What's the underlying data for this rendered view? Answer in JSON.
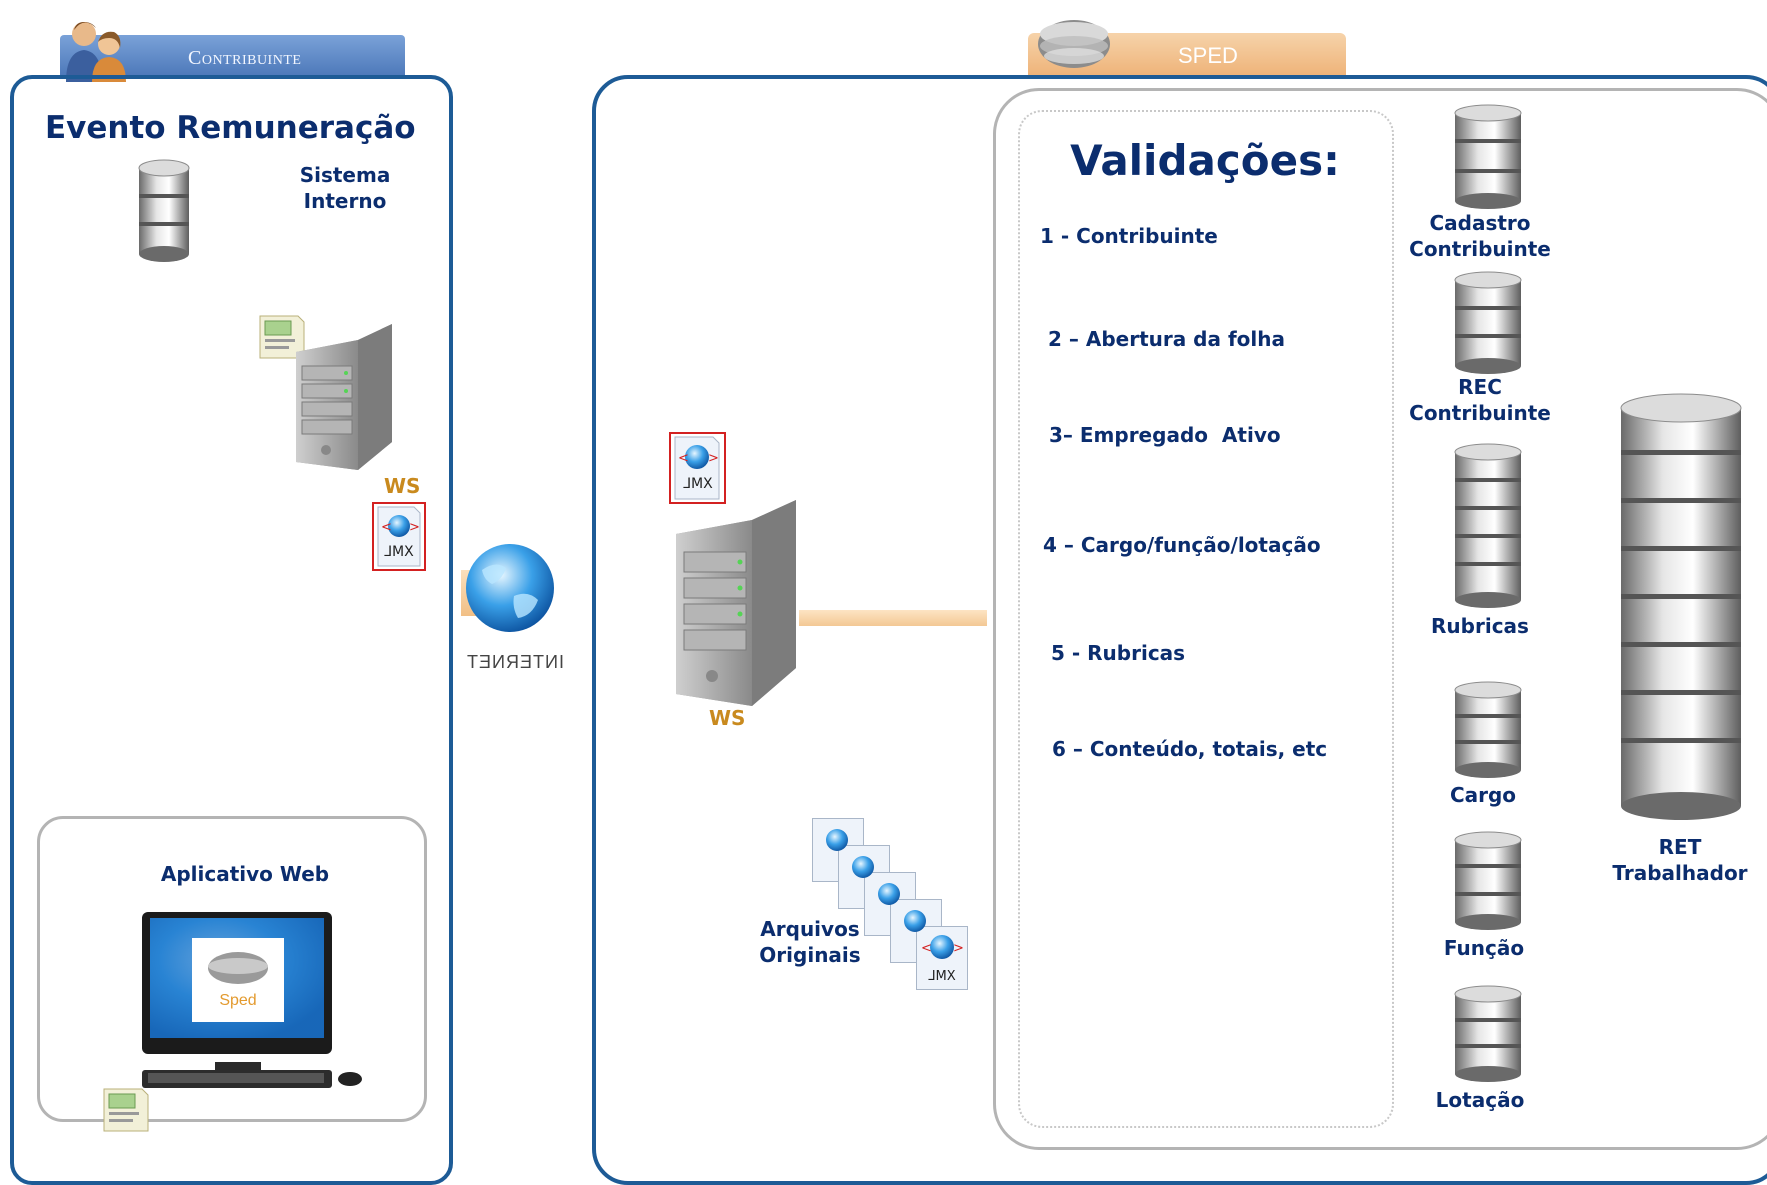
{
  "left": {
    "tab_label": "Contribuinte",
    "title": "Evento Remuneração",
    "sistema_interno": "Sistema Interno",
    "ws_label": "WS",
    "xml_label": "XML",
    "aplicativo_web": "Aplicativo Web",
    "monitor_label": "Sped"
  },
  "internet_label": "INTERNET",
  "sped": {
    "tab_label": "SPED",
    "ws_label": "WS",
    "xml_label": "XML",
    "arquivos_originais": "Arquivos Originais",
    "validacoes": {
      "title": "Validações:",
      "items": [
        "1 - Contribuinte",
        "2 – Abertura da folha",
        "3– Empregado  Ativo",
        "4 – Cargo/função/lotação",
        "5 - Rubricas",
        "6 – Conteúdo, totais, etc"
      ]
    },
    "databases": [
      "Cadastro Contribuinte",
      "REC Contribuinte",
      "Rubricas",
      "Cargo",
      "Função",
      "Lotação"
    ],
    "ret": "RET Trabalhador"
  },
  "colors": {
    "navy_text": "#0b2d6e",
    "ws_text": "#c98a1e",
    "panel_border": "#1d5b96",
    "contribuinte_tab": "#5b86c4",
    "sped_tab": "#f2c08a"
  }
}
